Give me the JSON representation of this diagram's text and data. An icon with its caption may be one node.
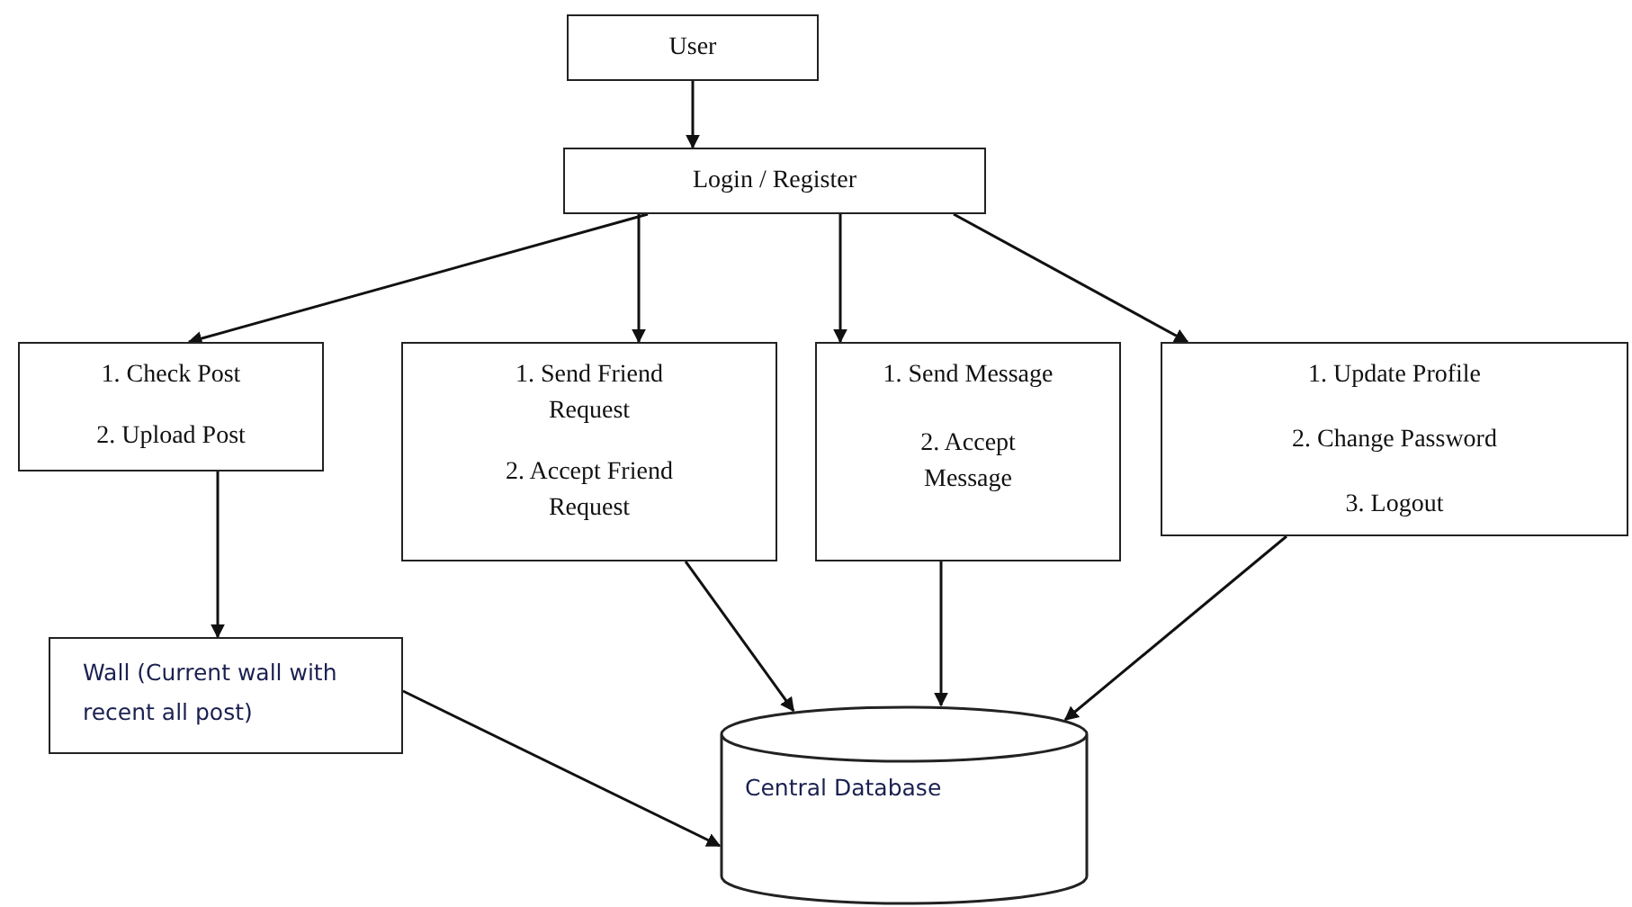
{
  "diagram": {
    "nodes": [
      {
        "text": [
          "User"
        ]
      },
      {
        "text": [
          "Login / Register"
        ]
      },
      {
        "text": [
          "1. Check Post",
          "2. Upload Post"
        ]
      },
      {
        "text": [
          "1. Send Friend Request",
          "2. Accept Friend Request"
        ]
      },
      {
        "text": [
          "1. Send Message",
          "2. Accept Message"
        ]
      },
      {
        "text": [
          "1. Update Profile",
          "2. Change Password",
          "3. Logout"
        ]
      },
      {
        "text": [
          "Wall (Current wall with recent all post)"
        ]
      },
      {
        "text": [
          "Central Database"
        ]
      }
    ],
    "edges": [
      {
        "from": 0,
        "to": 1,
        "arrow": "to"
      },
      {
        "from": 1,
        "to": 2,
        "arrow": "to"
      },
      {
        "from": 1,
        "to": 3,
        "arrow": "to"
      },
      {
        "from": 1,
        "to": 4,
        "arrow": "to"
      },
      {
        "from": 1,
        "to": 5,
        "arrow": "to"
      },
      {
        "from": 2,
        "to": 6,
        "arrow": "to"
      },
      {
        "from": 3,
        "to": 7,
        "arrow": "to"
      },
      {
        "from": 4,
        "to": 7,
        "arrow": "to"
      },
      {
        "from": 5,
        "to": 7,
        "arrow": "to"
      },
      {
        "from": 6,
        "to": 7,
        "arrow": "to"
      }
    ]
  }
}
